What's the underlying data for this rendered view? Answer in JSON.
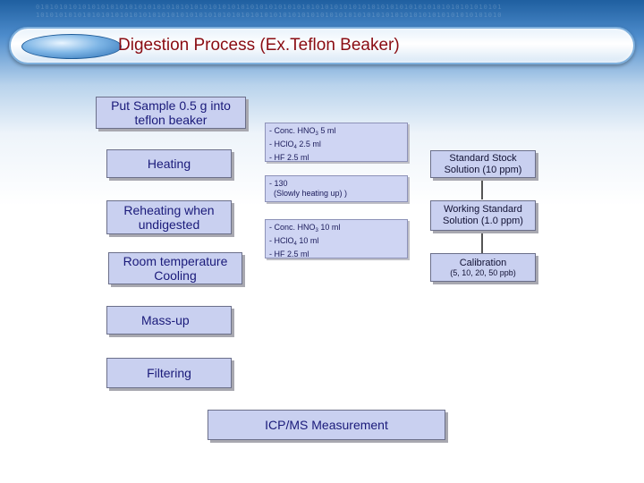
{
  "title": "Digestion Process (Ex.Teflon Beaker)",
  "steps": {
    "put_sample": {
      "line1": "Put Sample 0.5 g into",
      "line2": "teflon beaker"
    },
    "heating": "Heating",
    "reheating": {
      "line1": "Reheating when",
      "line2": "undigested"
    },
    "room_temp": {
      "line1": "Room temperature",
      "line2": "Cooling"
    },
    "mass_up": "Mass-up",
    "filtering": "Filtering",
    "icpms": "ICP/MS Measurement"
  },
  "reagents_1": {
    "line1_pre": "- Conc. HNO",
    "line1_sub": "3",
    "line1_post": " 5 ml ",
    "line2_pre": "- HClO",
    "line2_sub": "4",
    "line2_post": " 2.5 ml ",
    "line3": "- HF 2.5 ml "
  },
  "heating_note": {
    "line1": "- 130",
    "line2": "(Slowly heating up)  )"
  },
  "reagents_2": {
    "line1_pre": "- Conc. HNO",
    "line1_sub": "3",
    "line1_post": " 10 ml ",
    "line2_pre": "- HClO",
    "line2_sub": "4",
    "line2_post": " 10 ml ",
    "line3": "- HF 2.5 ml "
  },
  "standards": {
    "stock": {
      "line1": "Standard Stock",
      "line2": "Solution (10 ppm)"
    },
    "working": {
      "line1": "Working Standard",
      "line2": "Solution (1.0 ppm)"
    },
    "calibration": {
      "line1": "Calibration",
      "line2": "(5, 10, 20, 50 ppb)"
    }
  }
}
